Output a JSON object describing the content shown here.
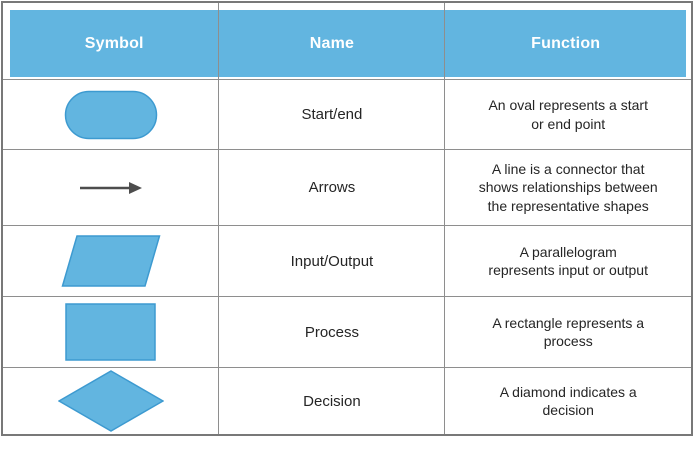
{
  "table": {
    "headers": [
      "Symbol",
      "Name",
      "Function"
    ],
    "rows": [
      {
        "symbol": "oval",
        "name": "Start/end",
        "function": "An oval represents a start\nor end point"
      },
      {
        "symbol": "arrow",
        "name": "Arrows",
        "function": "A line is a connector that\nshows relationships between\nthe representative shapes"
      },
      {
        "symbol": "parallelogram",
        "name": "Input/Output",
        "function": "A parallelogram\nrepresents input or output"
      },
      {
        "symbol": "rectangle",
        "name": "Process",
        "function": "A rectangle represents a\nprocess"
      },
      {
        "symbol": "diamond",
        "name": "Decision",
        "function": "A diamond indicates a\ndecision"
      }
    ],
    "colors": {
      "header_bg": "#62b5e0",
      "header_text": "#ffffff",
      "shape_fill": "#62b5e0",
      "shape_stroke": "#3d9ad0",
      "arrow_color": "#4d4d4d",
      "grid_line": "#8e8e8e",
      "outer_border": "#787878",
      "text": "#252525"
    }
  }
}
